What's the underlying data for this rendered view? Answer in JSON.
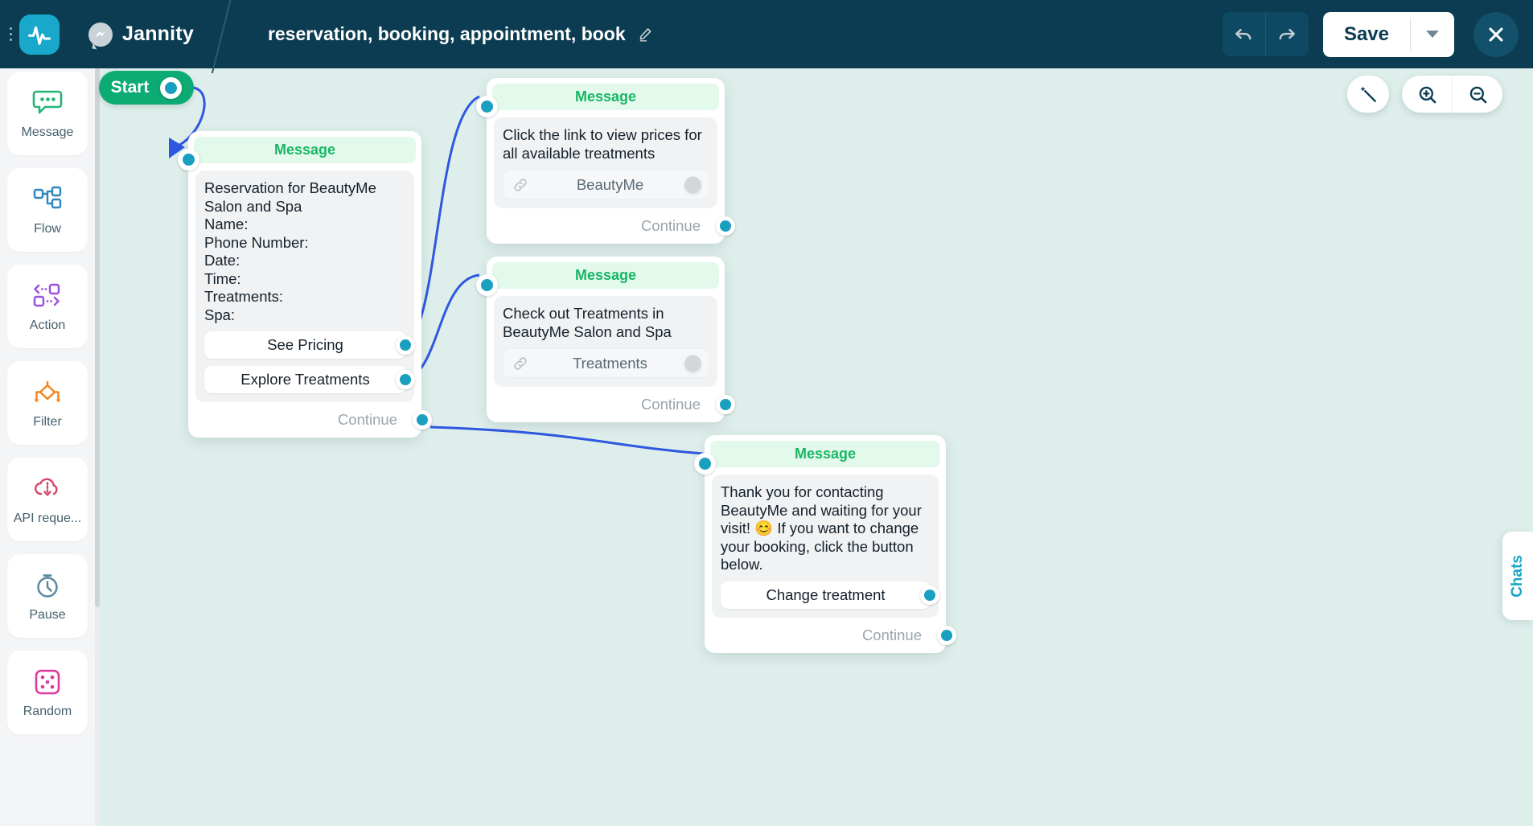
{
  "header": {
    "brand_name": "Jannity",
    "flow_title": "reservation, booking, appointment, book",
    "undo_label": "Undo",
    "redo_label": "Redo",
    "save_label": "Save",
    "save_caret_label": "Save options",
    "close_label": "Close",
    "accent": "#17a8cc",
    "background": "#0b3c51"
  },
  "sidebar": {
    "items": [
      {
        "label": "Message",
        "icon": "message-bubble-icon",
        "color": "#22b573"
      },
      {
        "label": "Flow",
        "icon": "flow-tree-icon",
        "color": "#2e86c1"
      },
      {
        "label": "Action",
        "icon": "action-arrows-icon",
        "color": "#9b51e0"
      },
      {
        "label": "Filter",
        "icon": "filter-diamond-icon",
        "color": "#f2881e"
      },
      {
        "label": "API reque...",
        "icon": "api-cloud-icon",
        "color": "#d6456a"
      },
      {
        "label": "Pause",
        "icon": "stopwatch-icon",
        "color": "#5b8aa0"
      },
      {
        "label": "Random",
        "icon": "dice-icon",
        "color": "#e0399b"
      }
    ]
  },
  "canvas": {
    "background": "#deeeeb",
    "start": {
      "label": "Start"
    },
    "tools": {
      "magic_wand": "magic-wand-icon",
      "zoom_in": "zoom-in-icon",
      "zoom_out": "zoom-out-icon"
    },
    "chats_tab": {
      "label": "Chats"
    },
    "nodes": [
      {
        "id": "node-reservation",
        "title": "Message",
        "text": "Reservation for BeautyMe Salon and Spa\nName:\nPhone Number:\nDate:\nTime:\nTreatments:\nSpa:",
        "buttons": [
          {
            "label": "See Pricing"
          },
          {
            "label": "Explore Treatments"
          }
        ],
        "continue_label": "Continue"
      },
      {
        "id": "node-pricing-link",
        "title": "Message",
        "text": "Click the link to view prices for all available treatments",
        "attachment": {
          "icon": "link-icon",
          "label": "BeautyMe"
        },
        "continue_label": "Continue"
      },
      {
        "id": "node-treatments-link",
        "title": "Message",
        "text": "Check out Treatments in BeautyMe Salon and Spa",
        "attachment": {
          "icon": "link-icon",
          "label": "Treatments"
        },
        "continue_label": "Continue"
      },
      {
        "id": "node-thank-you",
        "title": "Message",
        "text": "Thank you for contacting BeautyMe and waiting for your visit! 😊 If you want to change your booking, click the button below.",
        "buttons": [
          {
            "label": "Change treatment"
          }
        ],
        "continue_label": "Continue"
      }
    ]
  }
}
